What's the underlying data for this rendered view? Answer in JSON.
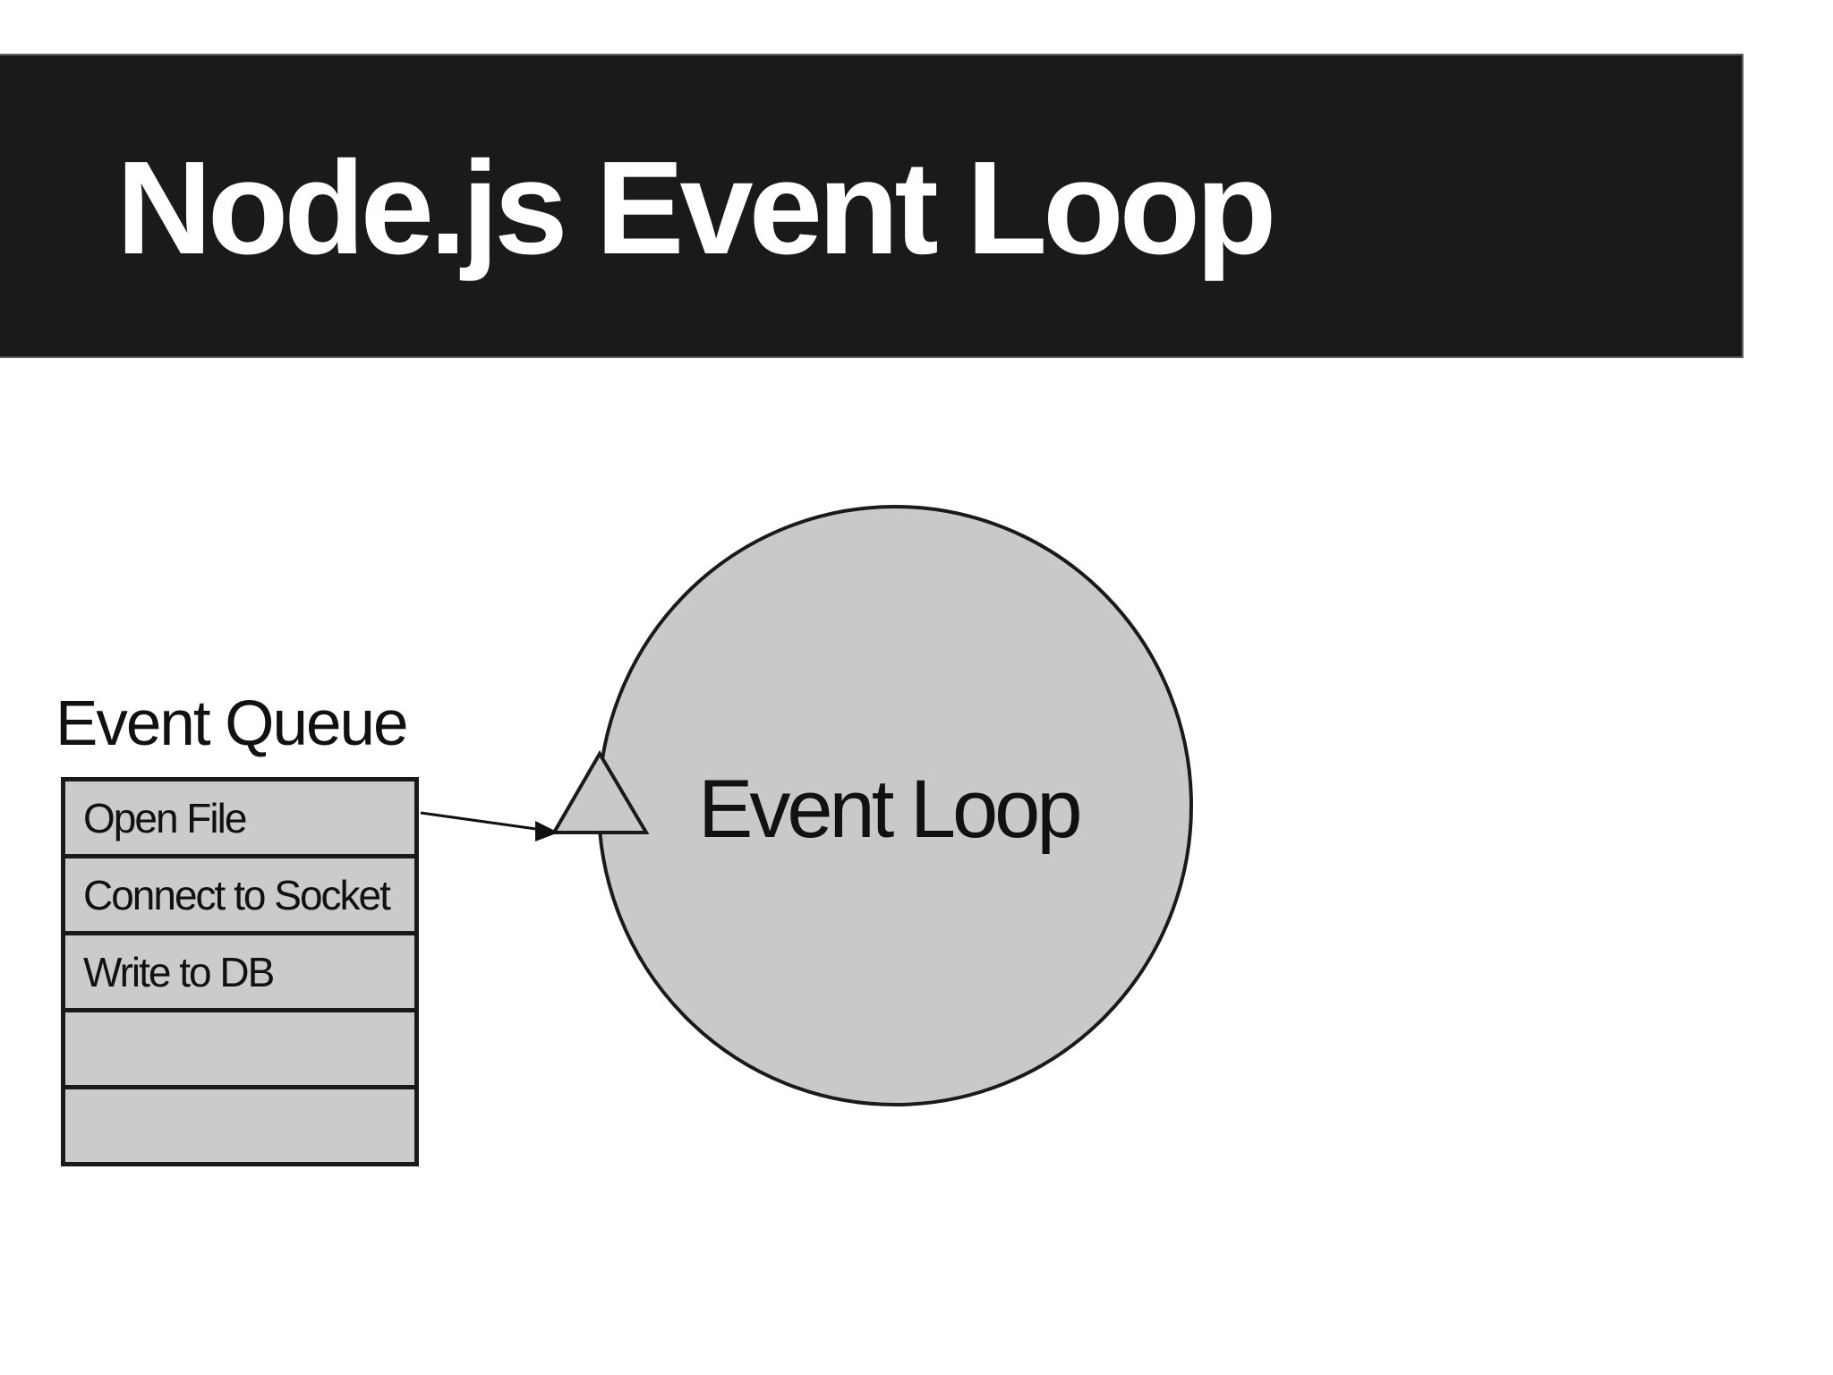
{
  "slide": {
    "title": "Node.js Event Loop"
  },
  "queue": {
    "heading": "Event Queue",
    "rows": [
      "Open File",
      "Connect to Socket",
      "Write to DB",
      "",
      ""
    ]
  },
  "loop": {
    "label": "Event Loop"
  },
  "colors": {
    "background": "#ffffff",
    "band": "#1a1a1a",
    "band_edge": "#5a5a5a",
    "title_text": "#ffffff",
    "body_text": "#111111",
    "shape_fill": "#c9c9c9",
    "row_fill": "#cbcbcb",
    "outline": "#1a1a1a",
    "arrow": "#111111"
  }
}
